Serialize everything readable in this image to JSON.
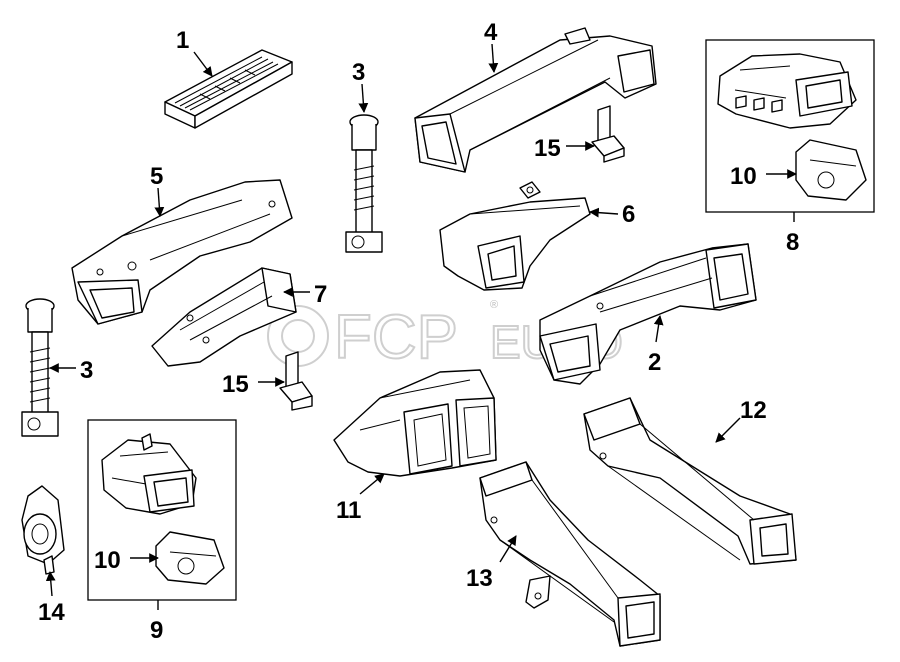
{
  "watermark": {
    "brand": "FCP",
    "suffix": "EURO",
    "registered": "®"
  },
  "callouts": {
    "c1": "1",
    "c2": "2",
    "c3a": "3",
    "c3b": "3",
    "c4": "4",
    "c5": "5",
    "c6": "6",
    "c7": "7",
    "c8": "8",
    "c9": "9",
    "c10a": "10",
    "c10b": "10",
    "c11": "11",
    "c12": "12",
    "c13": "13",
    "c14": "14",
    "c15a": "15",
    "c15b": "15"
  },
  "colors": {
    "line": "#000000",
    "background": "#ffffff",
    "watermark": "#cfcfcf"
  }
}
